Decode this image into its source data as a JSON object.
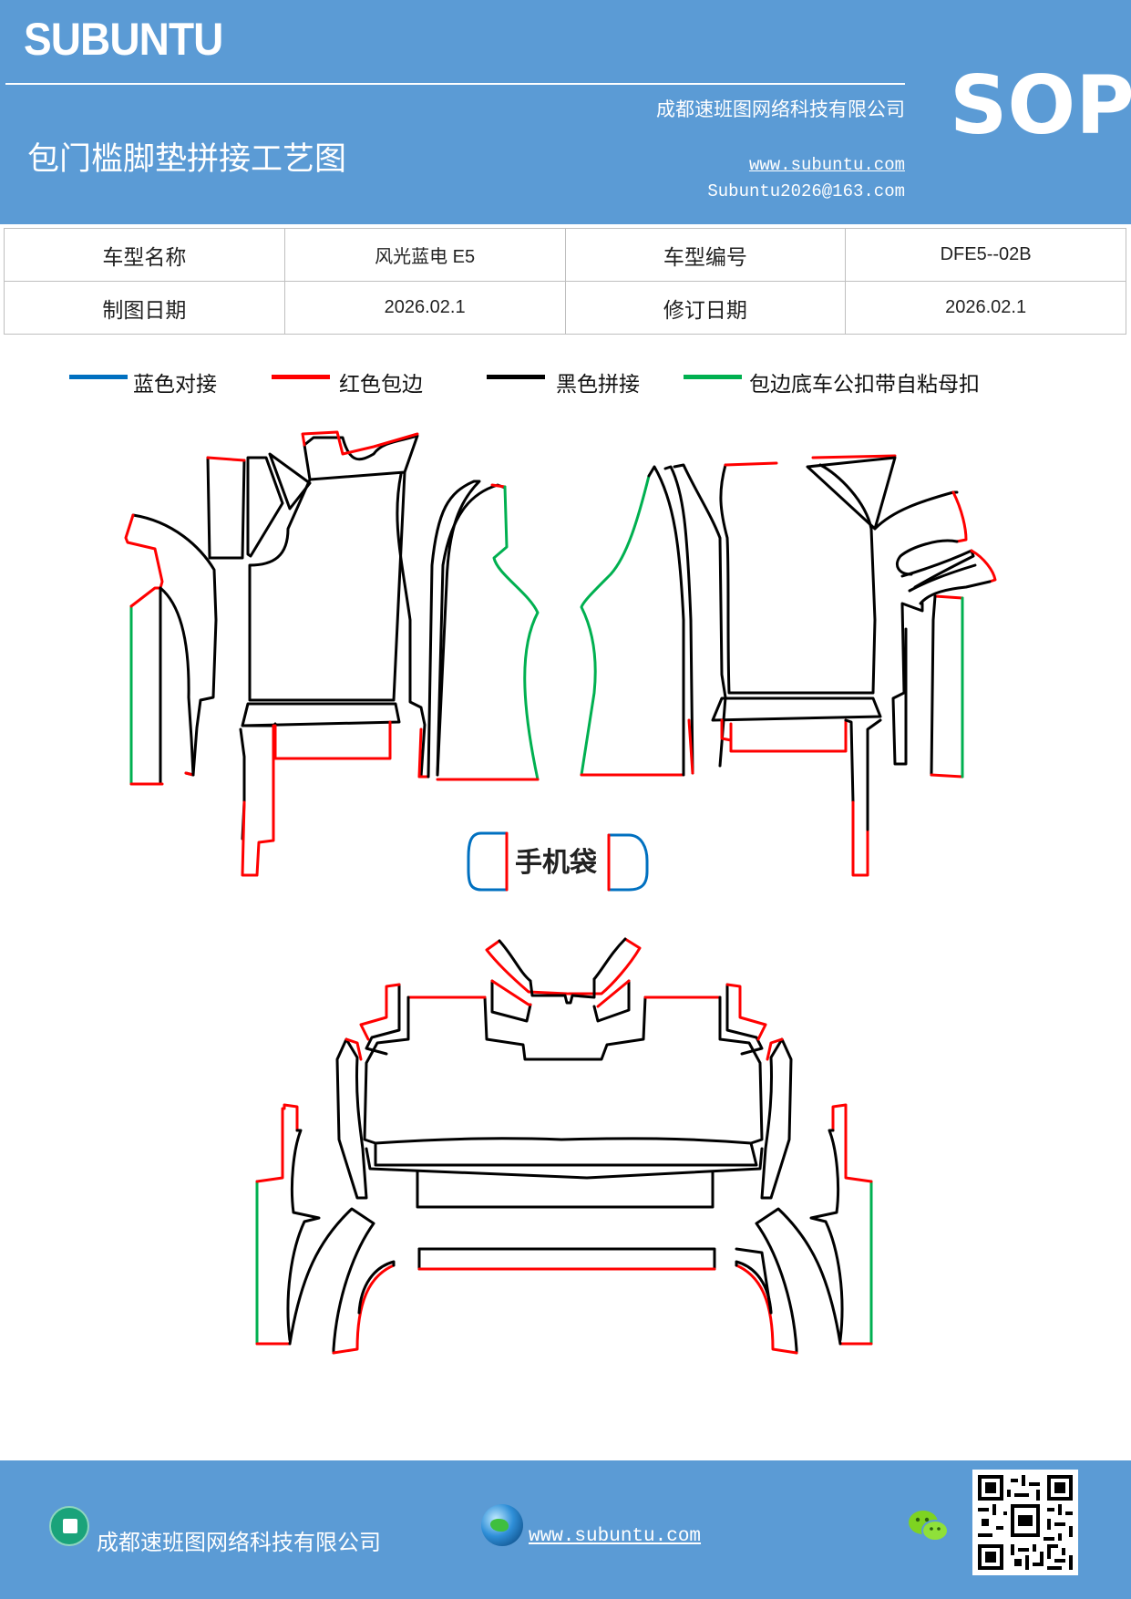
{
  "header": {
    "logo": "SUBUNTU",
    "company": "成都速班图网络科技有限公司",
    "title": "包门槛脚垫拼接工艺图",
    "url": "www.subuntu.com",
    "email": "Subuntu2026@163.com",
    "badge": "SOP"
  },
  "info": {
    "model_name_label": "车型名称",
    "model_name": "风光蓝电 E5",
    "model_code_label": "车型编号",
    "model_code": "DFE5--02B",
    "drawing_date_label": "制图日期",
    "drawing_date": "2026.02.1",
    "revision_date_label": "修订日期",
    "revision_date": "2026.02.1"
  },
  "legend": [
    {
      "label": "蓝色对接",
      "color": "#0070c0"
    },
    {
      "label": "红色包边",
      "color": "#ff0000"
    },
    {
      "label": "黑色拼接",
      "color": "#000000"
    },
    {
      "label": "包边底车公扣带自粘母扣",
      "color": "#00b050"
    }
  ],
  "diagram": {
    "phone_pocket_label": "手机袋"
  },
  "footer": {
    "company": "成都速班图网络科技有限公司",
    "url": "www.subuntu.com "
  }
}
